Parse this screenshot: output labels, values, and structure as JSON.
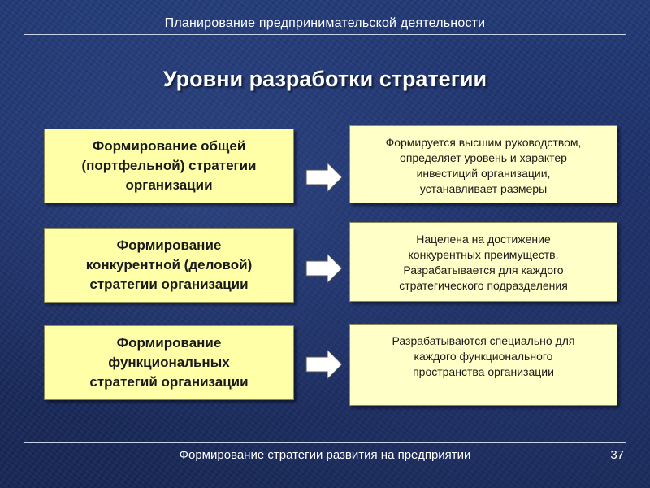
{
  "header": {
    "title": "Планирование предпринимательской деятельности"
  },
  "slide": {
    "title": "Уровни разработки стратегии"
  },
  "rows": [
    {
      "left_lines": [
        "Формирование общей",
        "(портфельной) стратегии",
        "организации"
      ],
      "arrow_icon": "right-arrow-icon",
      "right_lines": [
        "Формируется высшим руководством,",
        "определяет уровень и характер",
        "инвестиций организации,",
        "устанавливает размеры"
      ]
    },
    {
      "left_lines": [
        "Формирование",
        "конкурентной (деловой)",
        "стратегии организации"
      ],
      "arrow_icon": "right-arrow-icon",
      "right_lines": [
        "Нацелена на достижение",
        "конкурентных преимуществ.",
        "Разрабатывается для каждого",
        "стратегического подразделения"
      ]
    },
    {
      "left_lines": [
        "Формирование",
        "функциональных",
        "стратегий организации"
      ],
      "arrow_icon": "right-arrow-icon",
      "right_lines": [
        "Разрабатываются специально для",
        "каждого функционального",
        "пространства организации"
      ]
    }
  ],
  "footer": {
    "text": "Формирование стратегии развития на предприятии",
    "page_number": "37"
  },
  "colors": {
    "background": "#1d2f66",
    "left_box_fill": "#ffffa8",
    "right_box_fill": "#ffffc8",
    "text_light": "#ffffff"
  }
}
